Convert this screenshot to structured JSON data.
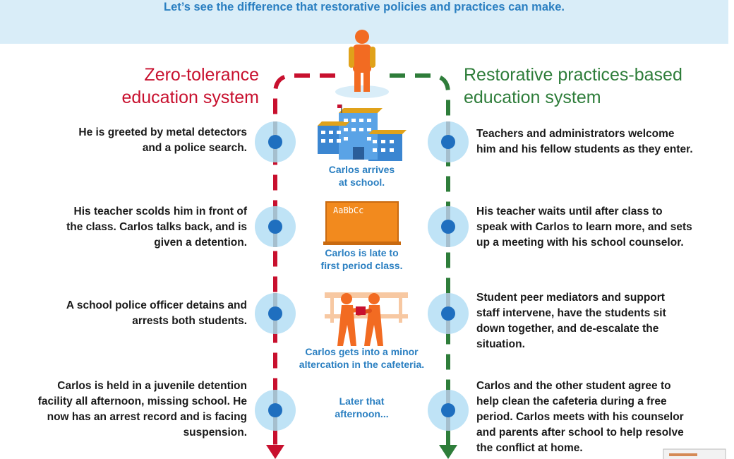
{
  "banner": {
    "text": "Let’s see the difference that restorative policies and practices can make."
  },
  "left": {
    "heading_line1": "Zero-tolerance",
    "heading_line2": "education system",
    "color": "#c8102e",
    "steps": [
      {
        "lines": [
          "He is greeted by metal detectors",
          "and a police search."
        ]
      },
      {
        "lines": [
          "His teacher scolds him in front of",
          "the class. Carlos talks back, and is",
          "given a detention."
        ]
      },
      {
        "lines": [
          "A school police officer detains and",
          "arrests both students."
        ]
      },
      {
        "lines": [
          "Carlos is held in a juvenile detention",
          "facility all afternoon, missing school. He",
          "now has an arrest record and is facing",
          "suspension."
        ]
      }
    ]
  },
  "right": {
    "heading_line1": "Restorative practices-based",
    "heading_line2": "education system",
    "color": "#2e7d3a",
    "steps": [
      {
        "lines": [
          "Teachers and administrators welcome",
          "him and his fellow students as they enter."
        ]
      },
      {
        "lines": [
          "His teacher waits until after class to",
          "speak with Carlos to learn more, and sets",
          "up a meeting with his school counselor."
        ]
      },
      {
        "lines": [
          "Student peer mediators and support",
          "staff intervene, have the students sit",
          "down together, and de-escalate the",
          "situation."
        ]
      },
      {
        "lines": [
          "Carlos and the other student agree to",
          "help clean the cafeteria during a free",
          "period. Carlos meets with his counselor",
          "and parents after school to help resolve",
          "the conflict at home."
        ]
      }
    ]
  },
  "center": {
    "captions": [
      {
        "lines": [
          "Carlos arrives",
          "at school."
        ]
      },
      {
        "lines": [
          "Carlos is late to",
          "first period class."
        ]
      },
      {
        "lines": [
          "Carlos gets into a minor",
          "altercation in the cafeteria."
        ]
      },
      {
        "lines": [
          "Later that",
          "afternoon..."
        ]
      }
    ],
    "chalkboard_text": "AaBbCc",
    "accent_color": "#2a7fc1",
    "figure_color": "#f26b22"
  }
}
